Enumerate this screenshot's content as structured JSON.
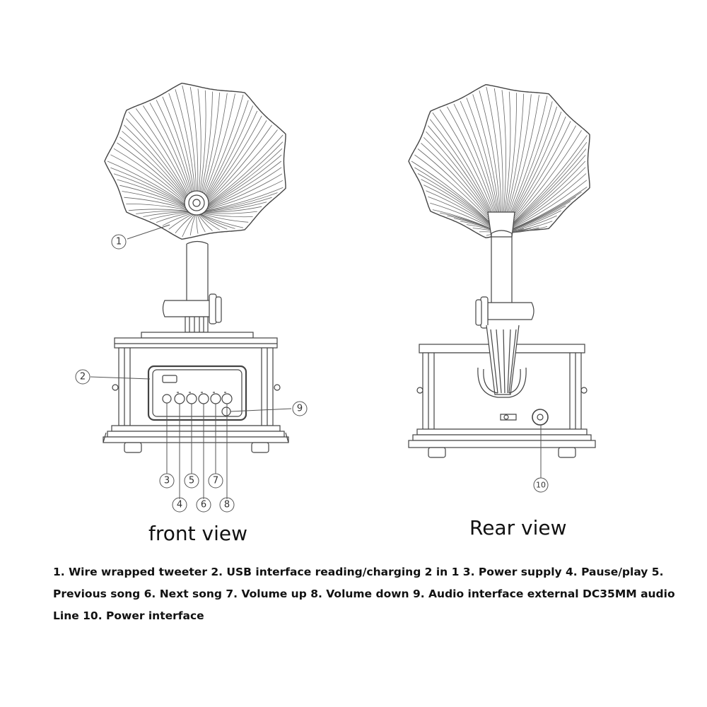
{
  "views": {
    "front": {
      "title": "front view"
    },
    "rear": {
      "title": "Rear view"
    }
  },
  "callouts": [
    "1",
    "2",
    "3",
    "4",
    "5",
    "6",
    "7",
    "8",
    "9",
    "10"
  ],
  "caption": "1. Wire wrapped tweeter 2. USB interface reading/charging 2 in 1 3. Power supply 4. Pause/play 5. Previous song 6. Next song 7. Volume up 8. Volume down 9. Audio interface external DC35MM audio Line 10. Power interface"
}
